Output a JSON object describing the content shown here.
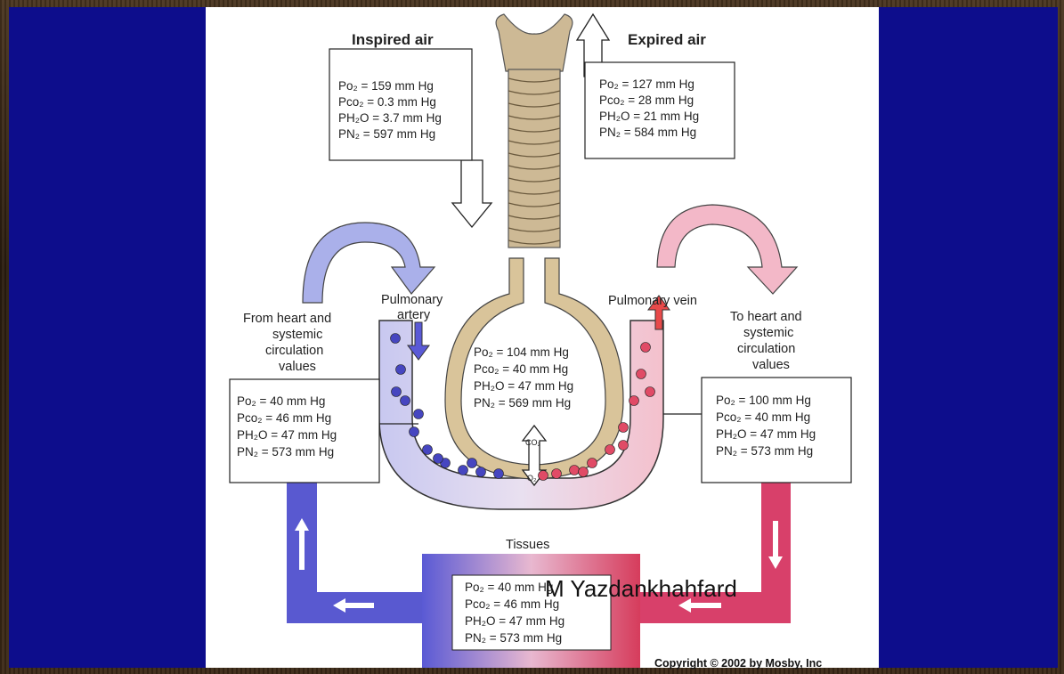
{
  "inspired": {
    "title": "Inspired air",
    "lines": [
      "Po₂ = 159 mm Hg",
      "Pco₂ = 0.3 mm Hg",
      "PH₂O = 3.7 mm Hg",
      "PN₂ = 597 mm Hg"
    ]
  },
  "expired": {
    "title": "Expired air",
    "lines": [
      "Po₂ = 127 mm Hg",
      "Pco₂ = 28 mm Hg",
      "PH₂O = 21 mm Hg",
      "PN₂ = 584 mm Hg"
    ]
  },
  "alveolus": {
    "lines": [
      "Po₂ = 104 mm Hg",
      "Pco₂ = 40 mm Hg",
      "PH₂O = 47 mm Hg",
      "PN₂ = 569 mm Hg"
    ],
    "co2": "CO₂",
    "o2": "O₂"
  },
  "from_heart": {
    "title_lines": [
      "From heart and",
      "systemic",
      "circulation",
      "values"
    ],
    "lines": [
      "Po₂ = 40 mm Hg",
      "Pco₂ = 46 mm Hg",
      "PH₂O = 47 mm Hg",
      "PN₂ = 573 mm Hg"
    ]
  },
  "to_heart": {
    "title_lines": [
      "To heart and",
      "systemic",
      "circulation",
      "values"
    ],
    "lines": [
      "Po₂ = 100 mm Hg",
      "Pco₂ = 40 mm Hg",
      "PH₂O = 47 mm Hg",
      "PN₂ = 573 mm Hg"
    ]
  },
  "pulmonary_artery": [
    "Pulmonary",
    "artery"
  ],
  "pulmonary_vein": "Pulmonary vein",
  "tissues": {
    "title": "Tissues",
    "lines": [
      "Po₂ = 40 mm Hg",
      "Pco₂ = 46 mm Hg",
      "PH₂O = 47 mm Hg",
      "PN₂ = 573 mm Hg"
    ]
  },
  "watermark": "M Yazdankhahfard",
  "copyright": "Copyright © 2002 by Mosby, Inc",
  "colors": {
    "slide_background": "#0d0d8c",
    "venous_blue": "#5c5cd6",
    "arterial_red": "#d63c5c",
    "tissue_tan": "#d9c49a"
  }
}
